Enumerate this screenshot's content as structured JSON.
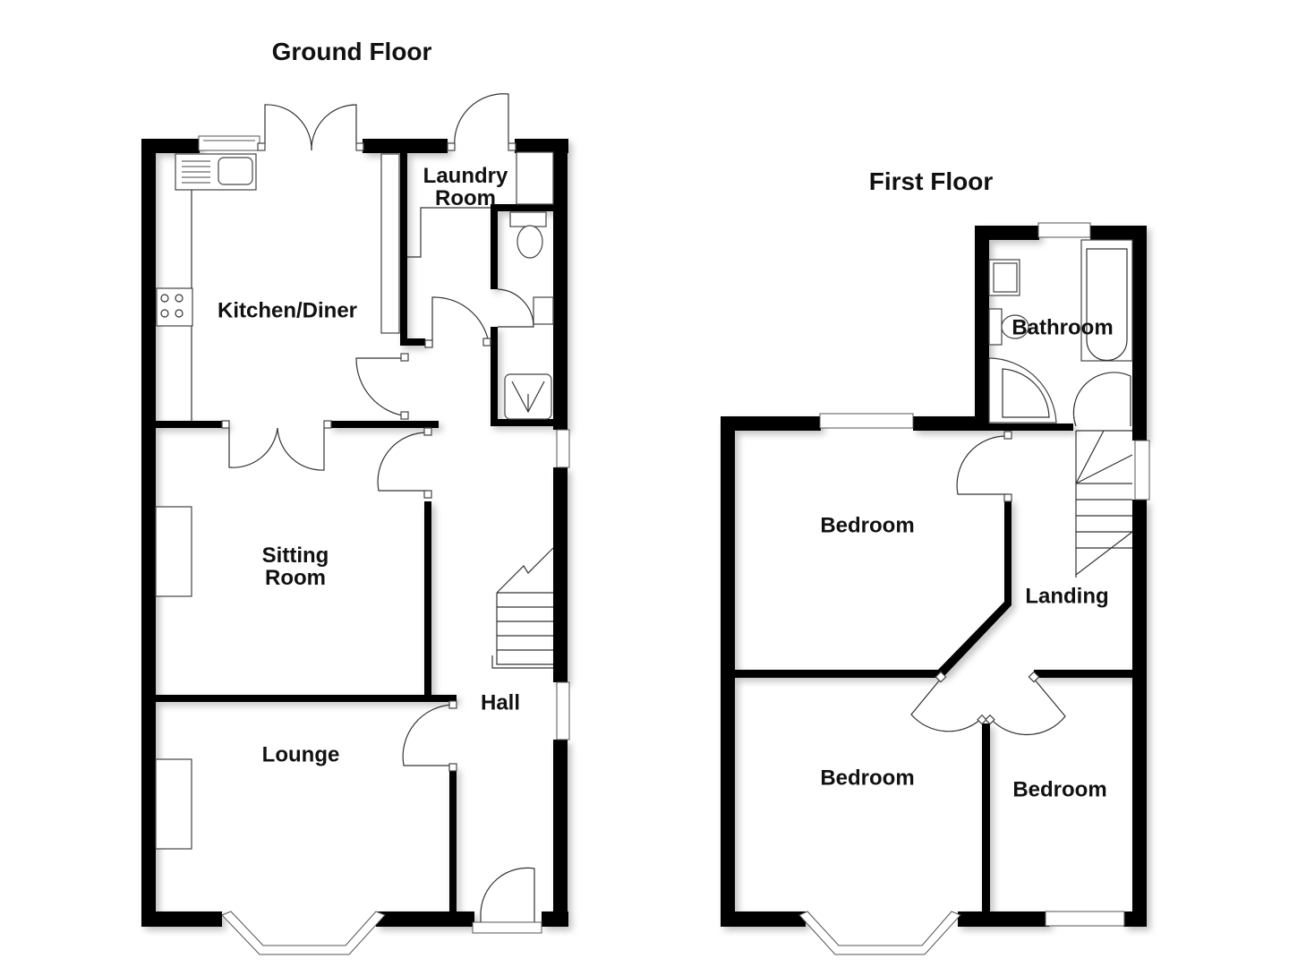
{
  "floors": [
    {
      "title": "Ground Floor",
      "rooms": [
        {
          "label": "Kitchen/Diner"
        },
        {
          "label": "Laundry\nRoom"
        },
        {
          "label": "Sitting\nRoom"
        },
        {
          "label": "Hall"
        },
        {
          "label": "Lounge"
        }
      ]
    },
    {
      "title": "First Floor",
      "rooms": [
        {
          "label": "Bathroom"
        },
        {
          "label": "Bedroom"
        },
        {
          "label": "Landing"
        },
        {
          "label": "Bedroom"
        },
        {
          "label": "Bedroom"
        }
      ]
    }
  ],
  "colors": {
    "wall": "#000000",
    "background": "#ffffff",
    "fixture_line": "#444444"
  }
}
